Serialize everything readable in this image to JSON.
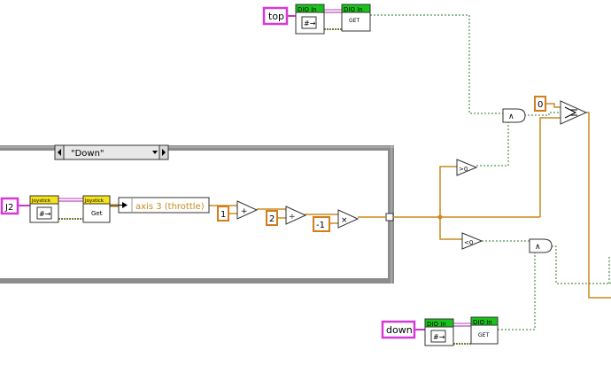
{
  "colors": {
    "dio_header": "#19c419",
    "joystick_header": "#f4e21a",
    "string_wire": "#cc33cc",
    "numeric_wire": "#c98a1f",
    "boolean_wire": "#2a7a2a",
    "structure_border": "#7f7f7f",
    "constant_border": "#d27d1a"
  },
  "constants": {
    "top": "top",
    "down": "down",
    "joystick_ref": "J2",
    "zero": "0",
    "one": "1",
    "two": "2",
    "neg_one": "-1"
  },
  "case_structure": {
    "selector": "\"Down\""
  },
  "vis": {
    "dio_in": "DIO In",
    "get": "GET"
  },
  "joystick": {
    "open_label": "Joystick",
    "get_header": "Joystick",
    "get_label": "Get",
    "axis_label": "axis 3 (throttle)"
  },
  "operators": {
    "add": "+",
    "divide": "÷",
    "multiply": "×",
    "and": "∧",
    "greater_than_zero": ">0",
    "less_than_zero": "<0"
  }
}
